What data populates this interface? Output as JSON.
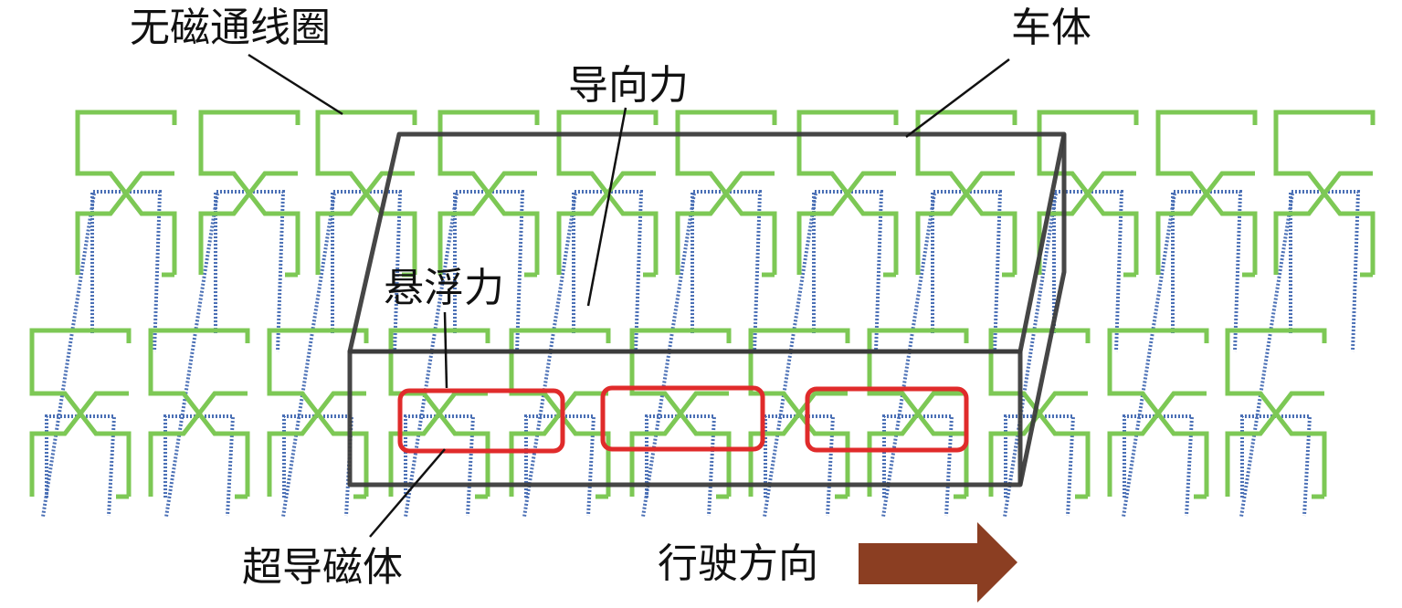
{
  "labels": {
    "null_flux_coil": "无磁通线圈",
    "car_body": "车体",
    "guidance_force": "导向力",
    "levitation_force": "悬浮力",
    "superconducting_magnet": "超导磁体",
    "direction_of_travel": "行驶方向"
  },
  "colors": {
    "coil": "#7dc855",
    "winding": "#4a6fb5",
    "body": "#3c3c3c",
    "magnet": "#e02b2b",
    "arrow": "#8b3e22",
    "leader": "#111111"
  },
  "icons": {
    "arrow": "direction-arrow-icon"
  }
}
